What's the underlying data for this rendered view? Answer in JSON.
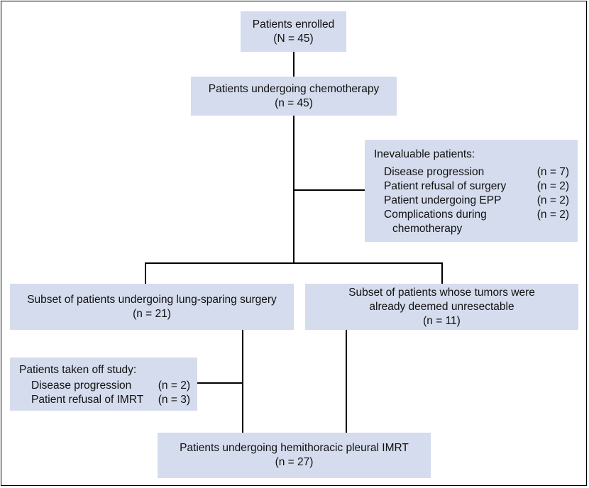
{
  "enrolled": {
    "title": "Patients enrolled",
    "n": "(N = 45)"
  },
  "chemo": {
    "title": "Patients undergoing chemotherapy",
    "n": "(n = 45)"
  },
  "inevaluable": {
    "title": "Inevaluable patients:",
    "items": [
      {
        "label": "Disease progression",
        "n": "(n = 7)"
      },
      {
        "label": "Patient refusal of surgery",
        "n": "(n = 2)"
      },
      {
        "label": "Patient undergoing EPP",
        "n": "(n = 2)"
      },
      {
        "label": "Complications during",
        "label2": "chemotherapy",
        "n": "(n = 2)"
      }
    ]
  },
  "lung_sparing": {
    "title": "Subset of patients undergoing lung-sparing surgery",
    "n": "(n = 21)"
  },
  "unresectable": {
    "title1": "Subset of patients whose tumors were",
    "title2": "already deemed unresectable",
    "n": "(n = 11)"
  },
  "off_study": {
    "title": "Patients taken off study:",
    "items": [
      {
        "label": "Disease progression",
        "n": "(n = 2)"
      },
      {
        "label": "Patient refusal of IMRT",
        "n": "(n = 3)"
      }
    ]
  },
  "imrt": {
    "title": "Patients undergoing hemithoracic pleural IMRT",
    "n": "(n = 27)"
  }
}
